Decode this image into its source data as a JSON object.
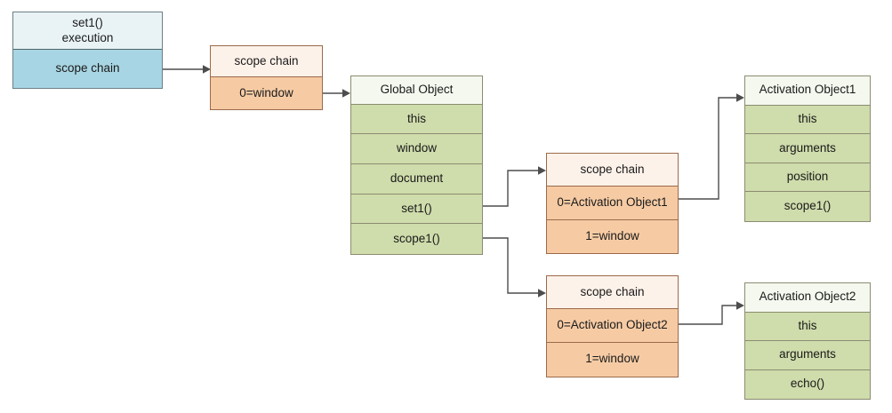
{
  "diagram": {
    "title": "JavaScript scope chain diagram",
    "background": "#ffffff",
    "colors": {
      "blue_header": "#e9f3f6",
      "blue_body": "#a8d5e3",
      "orange_header": "#fdf2ea",
      "orange_body": "#f6cba4",
      "green_header": "#f4f8ee",
      "green_body": "#cfdcab",
      "connector": "#4d4d4d",
      "border": "#808080"
    }
  },
  "nodes": {
    "execution_context": {
      "theme": "blue",
      "header": "set1()\nexecution",
      "rows": [
        "scope chain"
      ]
    },
    "scope_chain_global": {
      "theme": "orange",
      "header": "scope chain",
      "rows": [
        "0=window"
      ]
    },
    "global_object": {
      "theme": "green",
      "header": "Global Object",
      "rows": [
        "this",
        "window",
        "document",
        "set1()",
        "scope1()"
      ]
    },
    "scope_chain_1": {
      "theme": "orange",
      "header": "scope chain",
      "rows": [
        "0=Activation Object1",
        "1=window"
      ]
    },
    "scope_chain_2": {
      "theme": "orange",
      "header": "scope chain",
      "rows": [
        "0=Activation Object2",
        "1=window"
      ]
    },
    "activation_object_1": {
      "theme": "green",
      "header": "Activation Object1",
      "rows": [
        "this",
        "arguments",
        "position",
        "scope1()"
      ]
    },
    "activation_object_2": {
      "theme": "green",
      "header": "Activation Object2",
      "rows": [
        "this",
        "arguments",
        "echo()"
      ]
    }
  },
  "connectors": [
    {
      "name": "exec-scopechain-to-scopechain-global",
      "from": "execution_context.scope chain",
      "to": "scope_chain_global"
    },
    {
      "name": "window-to-global-object",
      "from": "scope_chain_global.0=window",
      "to": "global_object"
    },
    {
      "name": "set1-to-scope-chain-1",
      "from": "global_object.set1()",
      "to": "scope_chain_1"
    },
    {
      "name": "scope1-to-scope-chain-2",
      "from": "global_object.scope1()",
      "to": "scope_chain_2"
    },
    {
      "name": "activation1-ref-to-activation-object-1",
      "from": "scope_chain_1.0=Activation Object1",
      "to": "activation_object_1"
    },
    {
      "name": "activation2-ref-to-activation-object-2",
      "from": "scope_chain_2.0=Activation Object2",
      "to": "activation_object_2"
    }
  ]
}
